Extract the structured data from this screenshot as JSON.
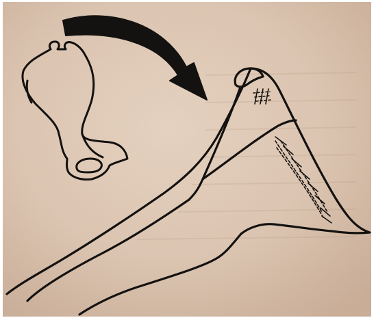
{
  "figure": {
    "caption": "",
    "colors": {
      "paper_base": "#dcc5b1",
      "paper_shadow": "#c9ad97",
      "paper_highlight": "#e6d2c0",
      "ink": "#141210",
      "border": "#ffffff"
    },
    "elements": [
      "pelvis-outline",
      "transfer-arrow",
      "graft-outline",
      "suture-lines"
    ]
  }
}
